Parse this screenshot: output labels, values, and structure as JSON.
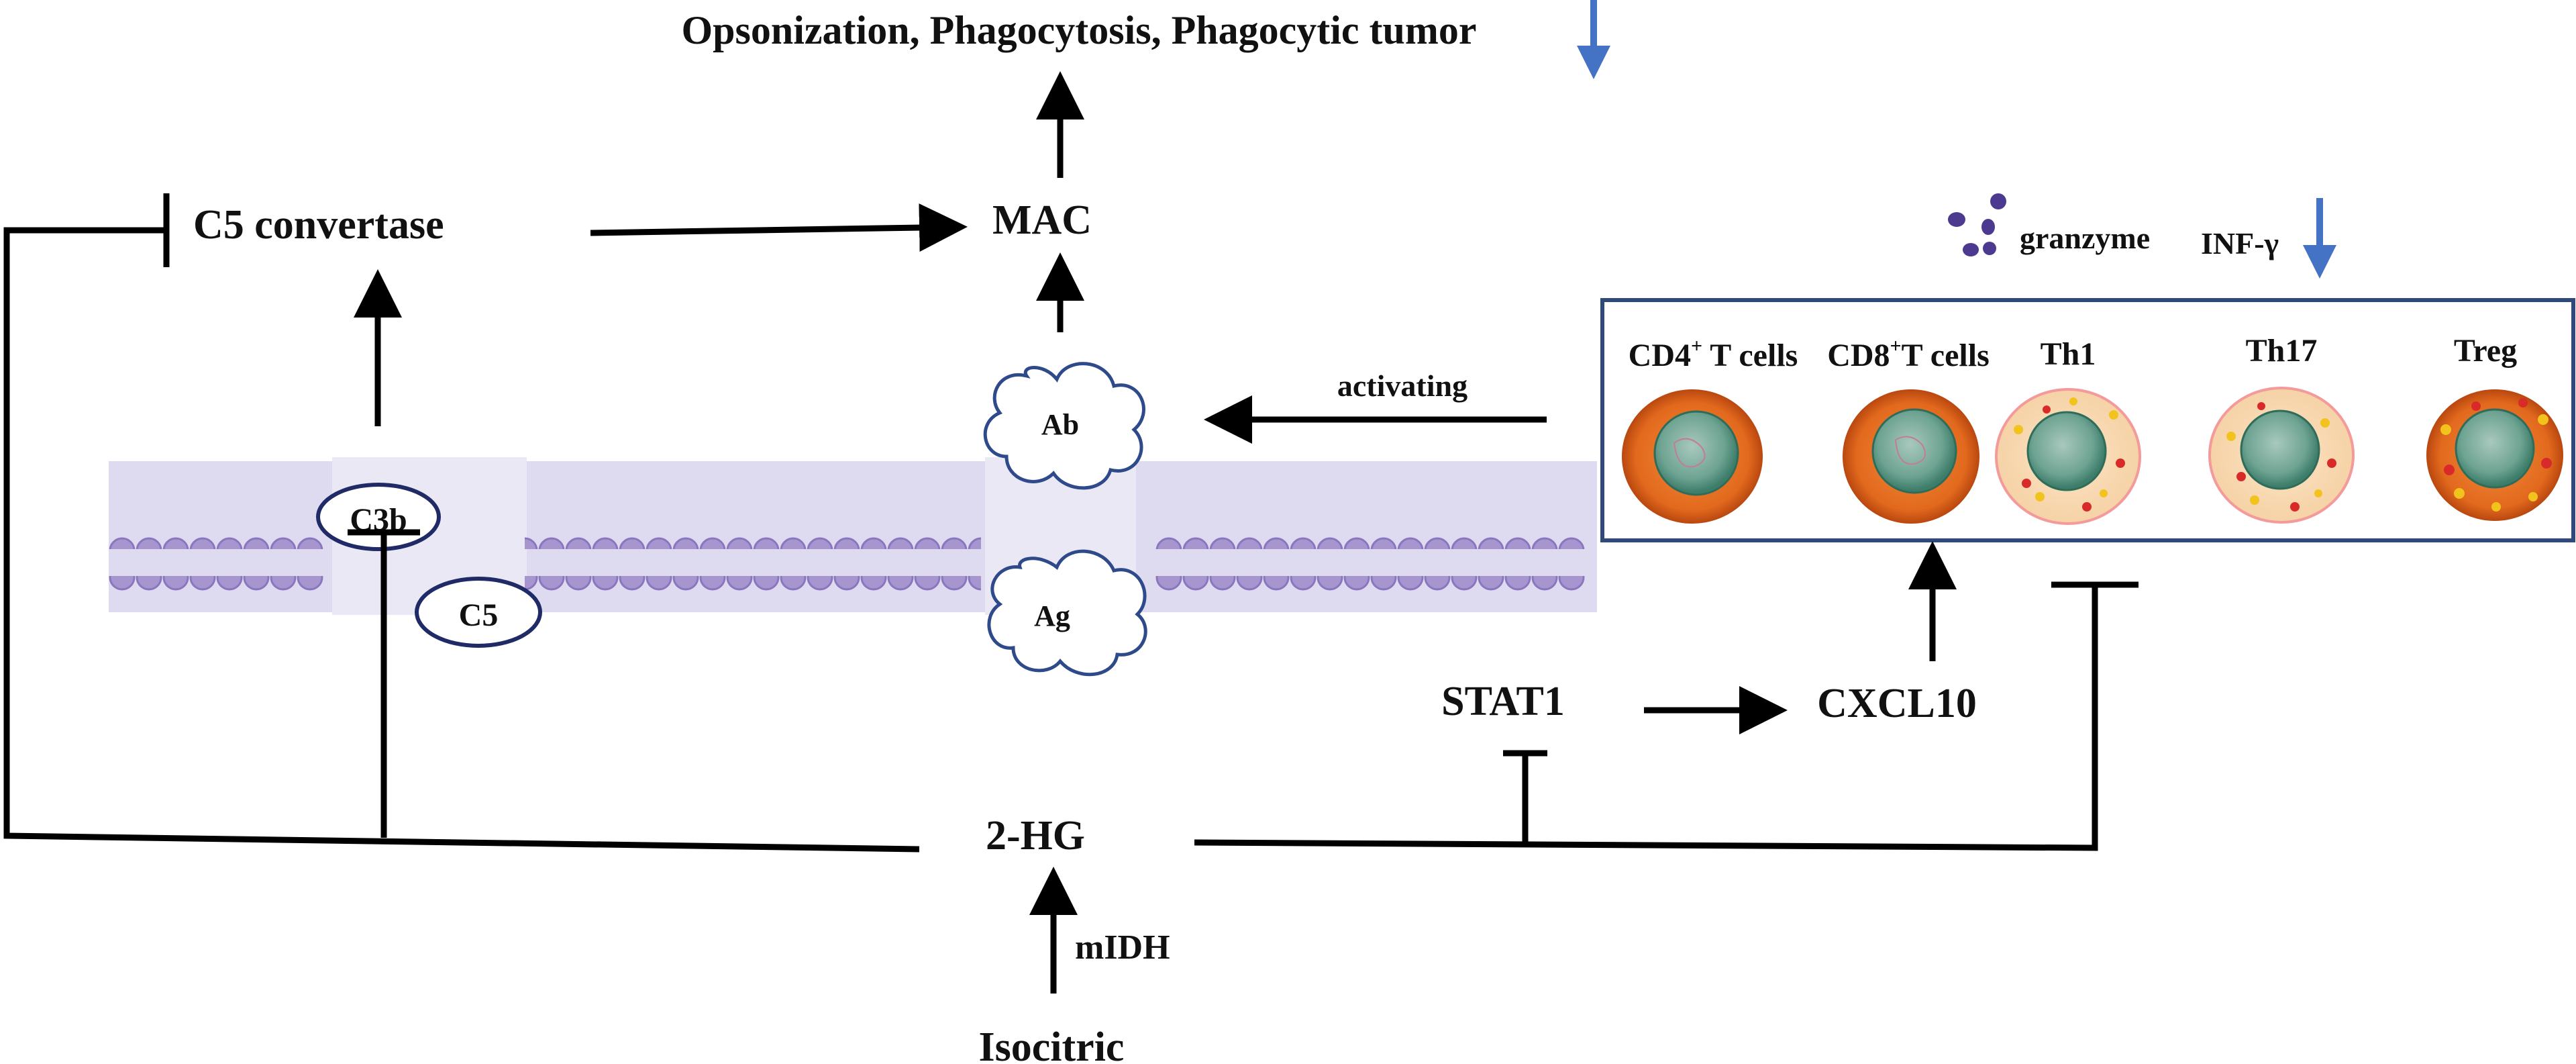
{
  "labels": {
    "top_outcome": "Opsonization, Phagocytosis, Phagocytic tumor",
    "c5_convertase": "C5 convertase",
    "mac": "MAC",
    "ab": "Ab",
    "ag": "Ag",
    "c3b": "C3b",
    "c5": "C5",
    "activating": "activating",
    "granzyme": "granzyme",
    "infg": "INF-γ",
    "stat1": "STAT1",
    "cxcl10": "CXCL10",
    "two_hg": "2-HG",
    "midh": "mIDH",
    "isocitric": "Isocitric"
  },
  "cells": [
    {
      "base": "CD4",
      "sup": "+",
      "tail": " T cells"
    },
    {
      "base": "CD8",
      "sup": "+",
      "tail": "T cells"
    },
    {
      "base": "Th1",
      "sup": "",
      "tail": ""
    },
    {
      "base": "Th17",
      "sup": "",
      "tail": ""
    },
    {
      "base": "Treg",
      "sup": "",
      "tail": ""
    }
  ],
  "colors": {
    "membrane": "#dedaf0",
    "lipid_head": "#a795cf",
    "lipid_edge": "#8a76bd",
    "decrease_arrow": "#4472c4",
    "box_border": "#2f4a78",
    "granzyme_dots": "#4b3a8f"
  }
}
